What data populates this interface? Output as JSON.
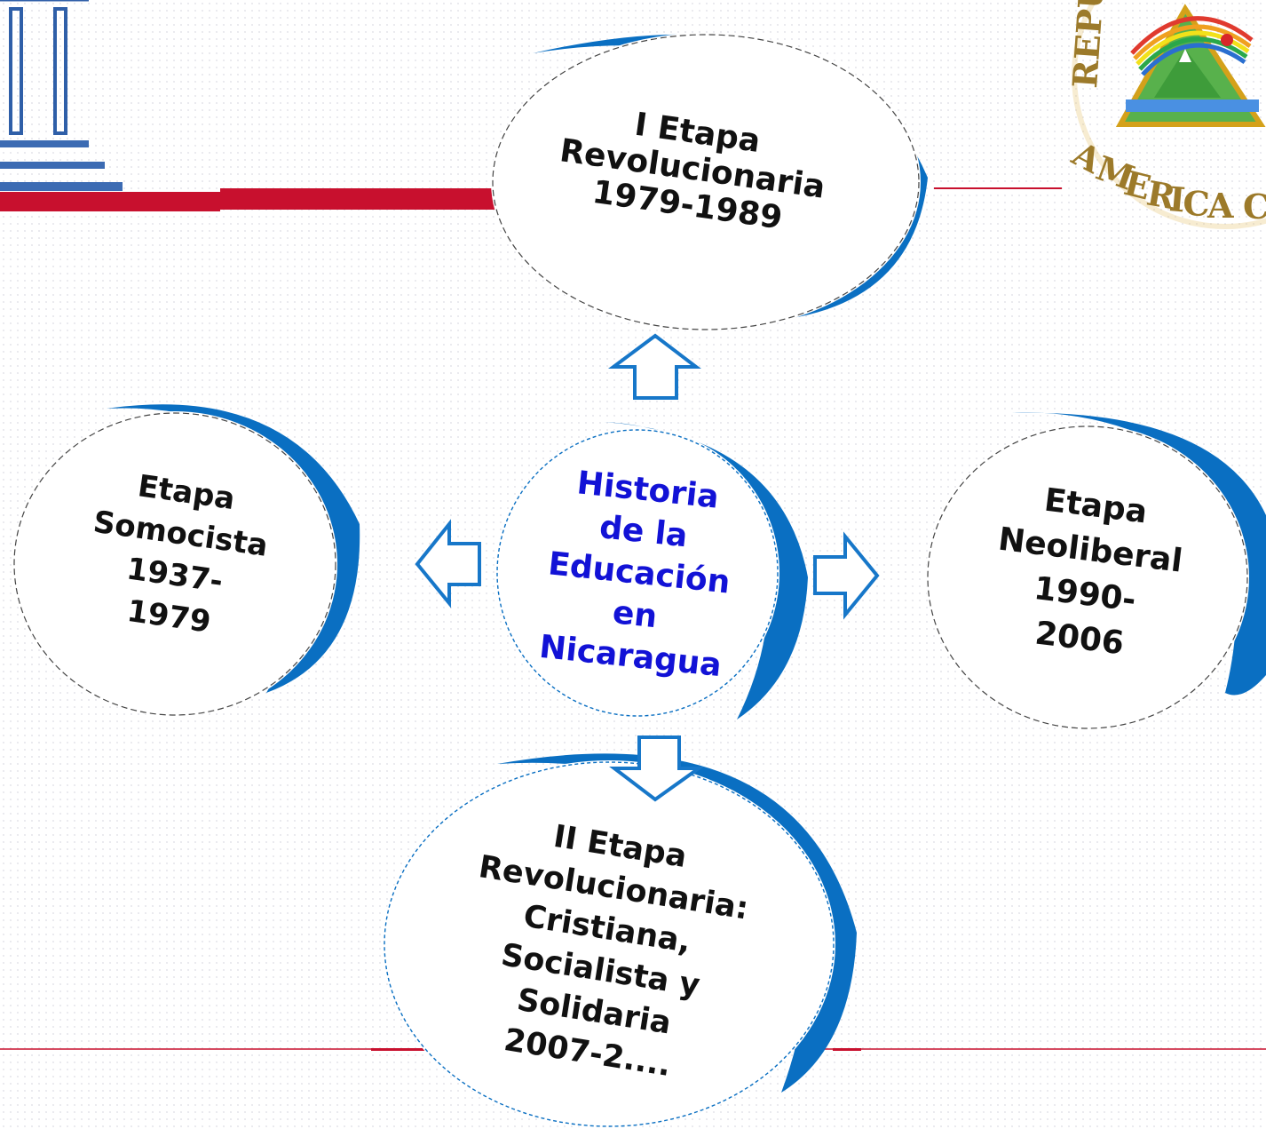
{
  "logo_right_text": "REPUBLICA DE NICARAGUA AMERICA CENTRAL",
  "colors": {
    "ribbon": "#0a6fc2",
    "center_text": "#1212d6",
    "arrow": "#1777c9",
    "rule_red": "#c8102e"
  },
  "center": {
    "lines": [
      "Historia",
      "de la",
      "Educación",
      "en",
      "Nicaragua"
    ]
  },
  "nodes": {
    "top": {
      "lines": [
        "I Etapa",
        "Revolucionaria",
        "1979-1989"
      ]
    },
    "left": {
      "lines": [
        "Etapa",
        "Somocista",
        "1937-",
        "1979"
      ]
    },
    "right": {
      "lines": [
        "Etapa",
        "Neoliberal",
        "1990-",
        "2006"
      ]
    },
    "bottom": {
      "lines": [
        "II Etapa",
        "Revolucionaria:",
        "Cristiana,",
        "Socialista y",
        "Solidaria",
        "2007-2...."
      ]
    }
  },
  "arrows": [
    {
      "direction": "up",
      "target": "top"
    },
    {
      "direction": "left",
      "target": "left"
    },
    {
      "direction": "right",
      "target": "right"
    },
    {
      "direction": "down",
      "target": "bottom"
    }
  ]
}
